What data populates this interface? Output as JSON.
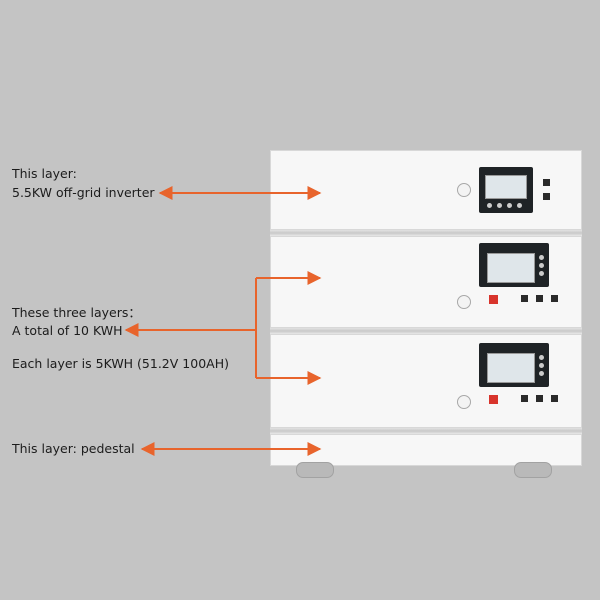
{
  "labels": {
    "inverter_line1": "This layer:",
    "inverter_line2": "5.5KW off-grid inverter",
    "battery_line1": "These three layers：",
    "battery_line2": "A total of 10 KWH",
    "battery_line3": "Each layer is 5KWH (51.2V 100AH)",
    "pedestal": "This layer: pedestal"
  },
  "colors": {
    "arrow": "#e8642c",
    "background": "#c4c4c4",
    "cabinet": "#f7f7f7",
    "display": "#1f2326"
  }
}
